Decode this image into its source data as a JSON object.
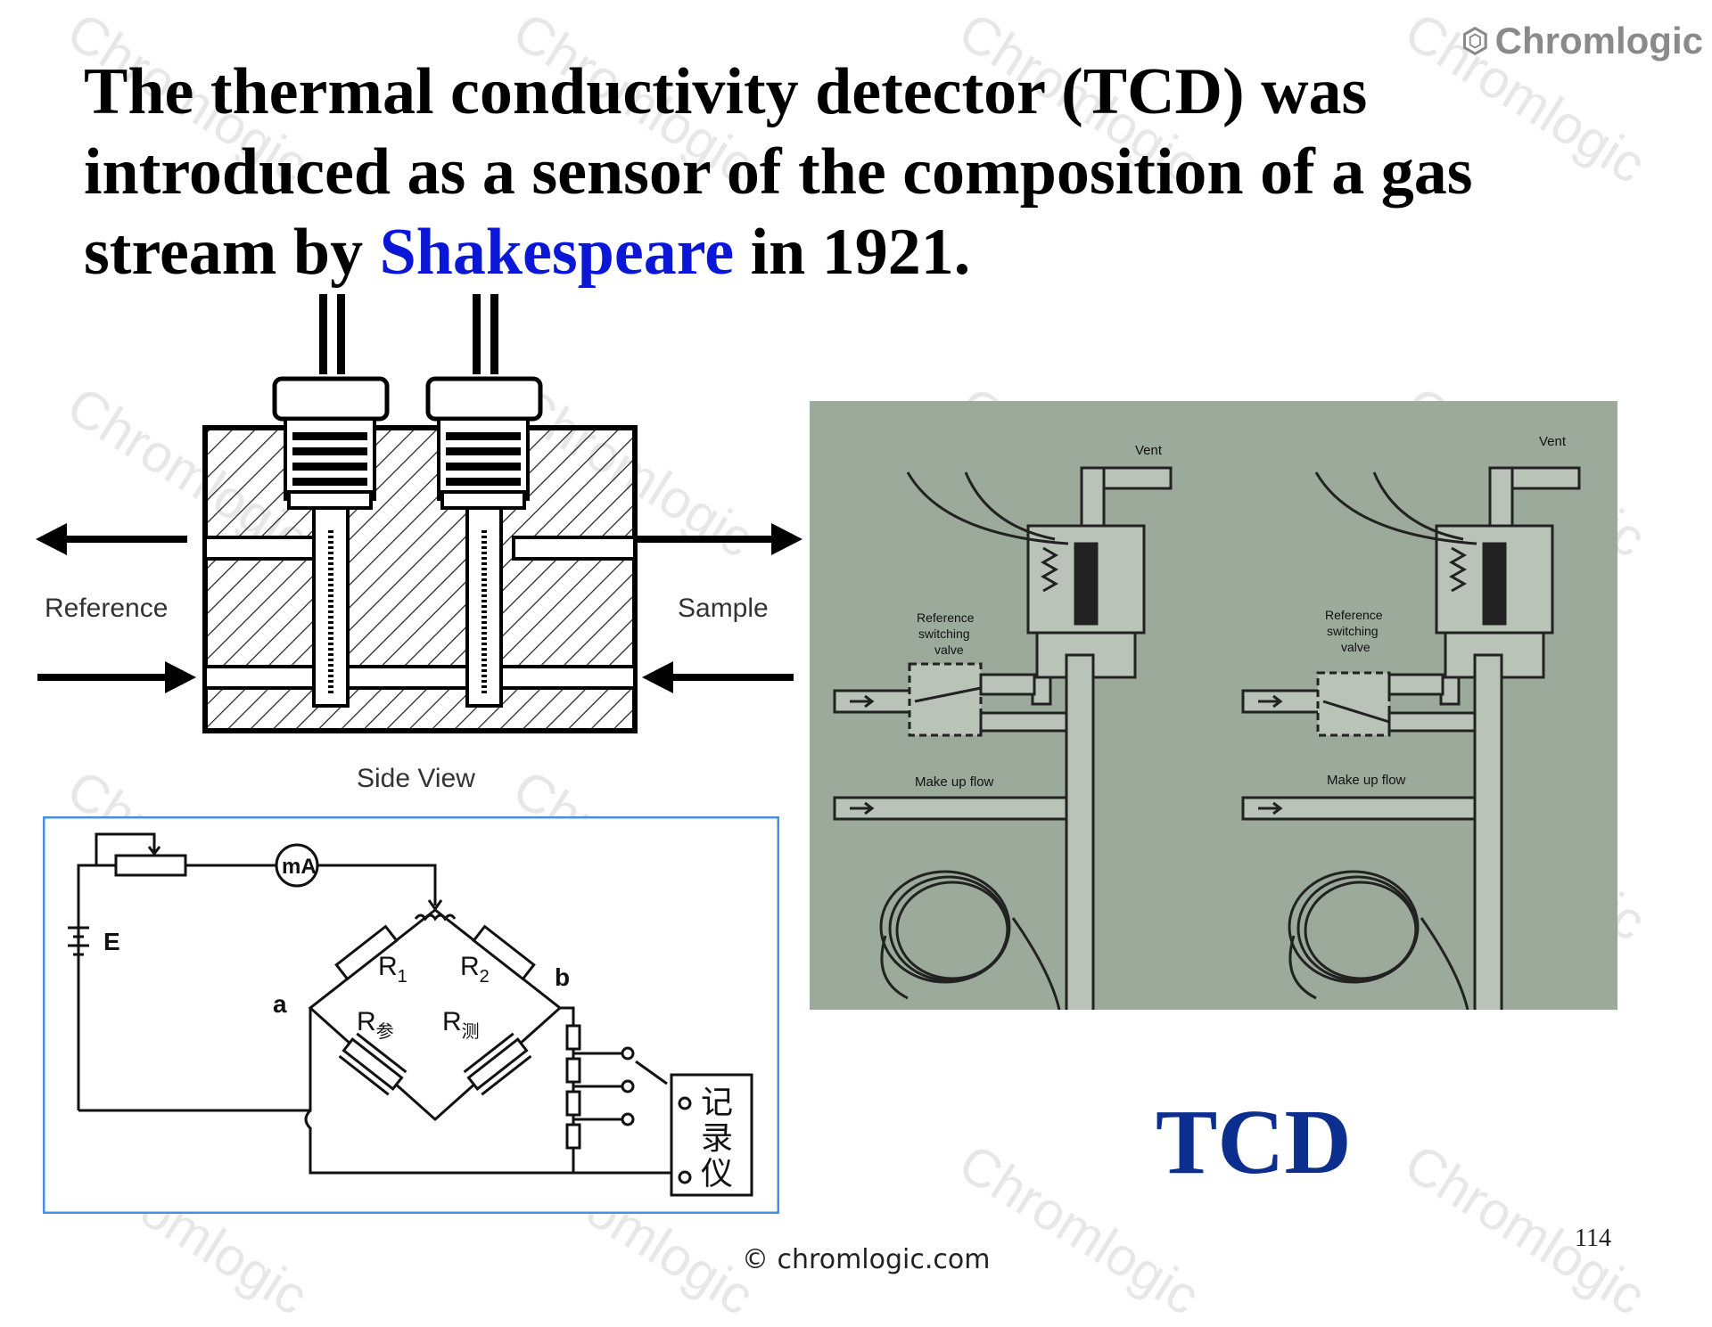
{
  "heading": {
    "part1": "The thermal conductivity detector (TCD) was introduced as a sensor of the composition of a gas stream by ",
    "highlight": "Shakespeare",
    "part2": " in 1921."
  },
  "logo": {
    "text": "Chromlogic",
    "icon": "hexagon-logo-icon"
  },
  "watermark": "Chromlogic",
  "side_view": {
    "left_label": "Reference",
    "right_label": "Sample",
    "caption": "Side View"
  },
  "flow_diagram": {
    "left": {
      "vent": "Vent",
      "valve": [
        "Reference",
        "switching",
        "valve"
      ],
      "makeup": "Make up flow"
    },
    "right": {
      "vent": "Vent",
      "valve": [
        "Reference",
        "switching",
        "valve"
      ],
      "makeup": "Make up flow"
    }
  },
  "circuit": {
    "meter": "mA",
    "battery": "E",
    "node_a": "a",
    "node_b": "b",
    "r1": "R",
    "r1_sub": "1",
    "r2": "R",
    "r2_sub": "2",
    "r_ref": "R",
    "r_ref_sub": "参",
    "r_meas": "R",
    "r_meas_sub": "测",
    "recorder": [
      "记",
      "录",
      "仪"
    ]
  },
  "big_label": "TCD",
  "footer": "© chromlogic.com",
  "page_number": "114"
}
